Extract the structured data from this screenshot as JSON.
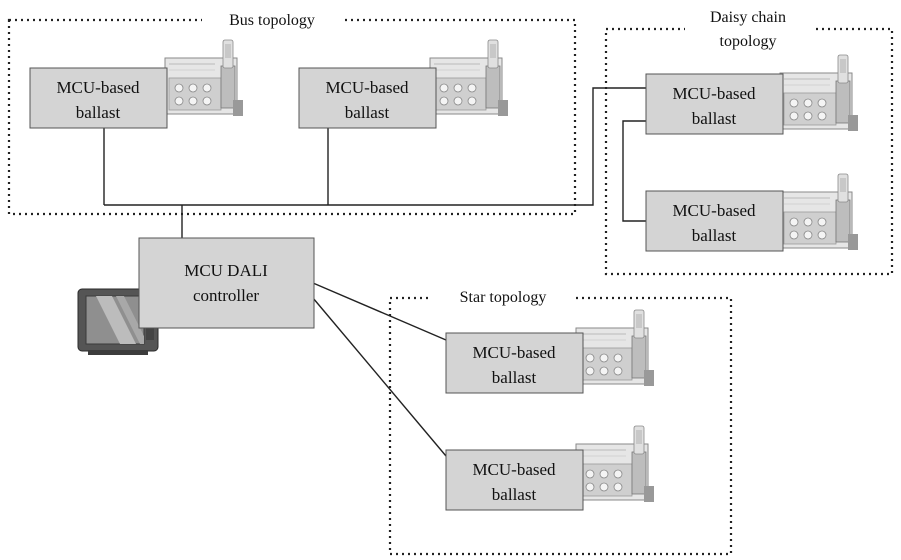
{
  "groups": {
    "bus": {
      "label": "Bus topology"
    },
    "daisy": {
      "label_line1": "Daisy chain",
      "label_line2": "topology"
    },
    "star": {
      "label": "Star topology"
    }
  },
  "ballast": {
    "line1": "MCU-based",
    "line2": "ballast"
  },
  "controller": {
    "line1": "MCU DALI",
    "line2": "controller"
  },
  "colors": {
    "box_fill": "#d4d4d4",
    "box_border": "#555555",
    "wire": "#222222",
    "dotted_border": "#222222"
  },
  "icons": {
    "ballast_device": "ballast-device-icon",
    "monitor": "monitor-icon"
  }
}
